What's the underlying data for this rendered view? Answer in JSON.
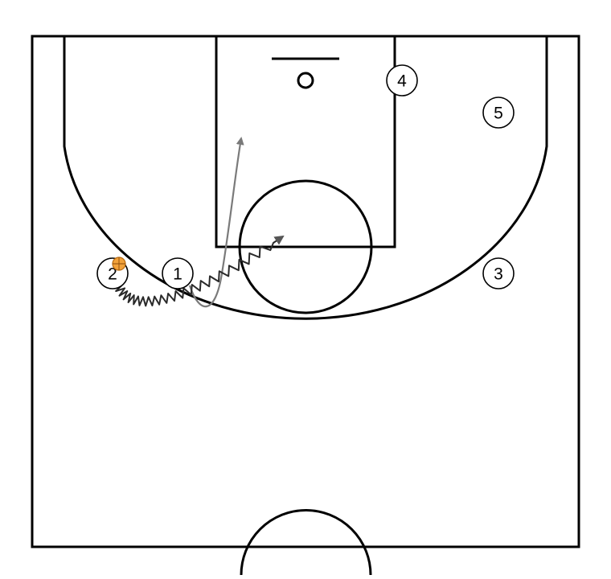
{
  "diagram": {
    "players": [
      {
        "id": "p1",
        "label": "1"
      },
      {
        "id": "p2",
        "label": "2"
      },
      {
        "id": "p3",
        "label": "3"
      },
      {
        "id": "p4",
        "label": "4"
      },
      {
        "id": "p5",
        "label": "5"
      }
    ],
    "ball_holder": "2",
    "colors": {
      "court_lines": "#000000",
      "background": "#ffffff",
      "cut_arrow": "#7a7a7a",
      "dribble_path": "#2a2a2a",
      "ball": "#f2a23a"
    }
  }
}
